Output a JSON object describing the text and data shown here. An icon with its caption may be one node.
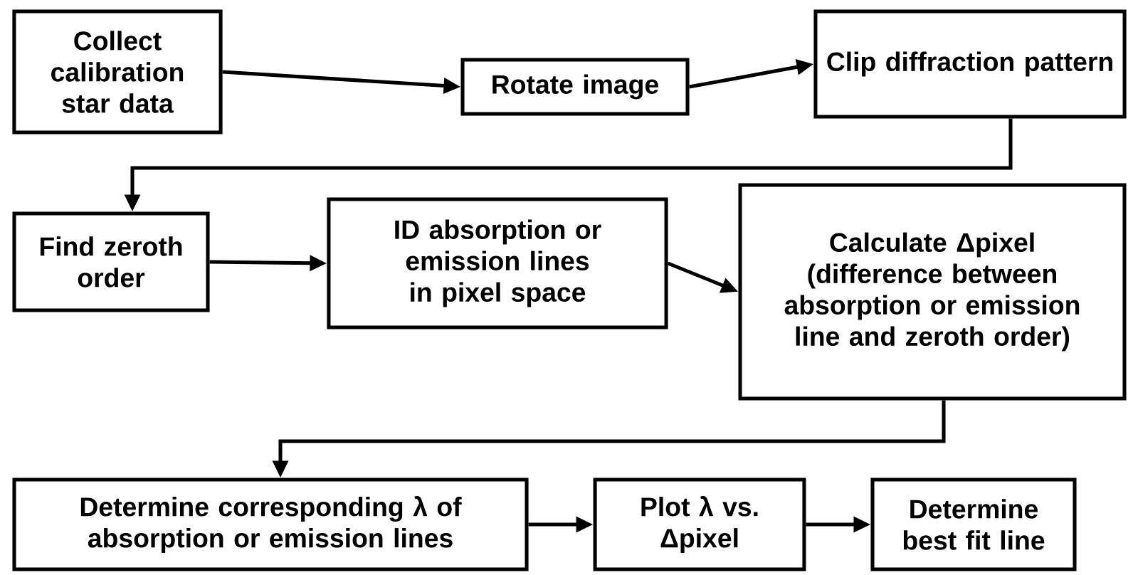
{
  "diagram": {
    "nodes": [
      {
        "text": [
          "Collect calibration star data"
        ]
      },
      {
        "text": [
          "Rotate image"
        ]
      },
      {
        "text": [
          "Clip diffraction pattern"
        ]
      },
      {
        "text": [
          "Find zeroth order"
        ]
      },
      {
        "text": [
          "ID absorption or emission lines in pixel space"
        ]
      },
      {
        "text": [
          "Calculate Δpixel (difference between absorption or emission line and zeroth order)"
        ]
      },
      {
        "text": [
          "Determine corresponding λ of absorption or emission lines"
        ]
      },
      {
        "text": [
          "Plot λ vs. Δpixel"
        ]
      },
      {
        "text": [
          "Determine best fit line"
        ]
      }
    ],
    "edges": [
      {
        "from": 0,
        "to": 1,
        "arrow": "to"
      },
      {
        "from": 1,
        "to": 2,
        "arrow": "to"
      },
      {
        "from": 2,
        "to": 3,
        "arrow": "to"
      },
      {
        "from": 3,
        "to": 4,
        "arrow": "to"
      },
      {
        "from": 4,
        "to": 5,
        "arrow": "to"
      },
      {
        "from": 5,
        "to": 6,
        "arrow": "to"
      },
      {
        "from": 6,
        "to": 7,
        "arrow": "to"
      },
      {
        "from": 7,
        "to": 8,
        "arrow": "to"
      }
    ]
  }
}
